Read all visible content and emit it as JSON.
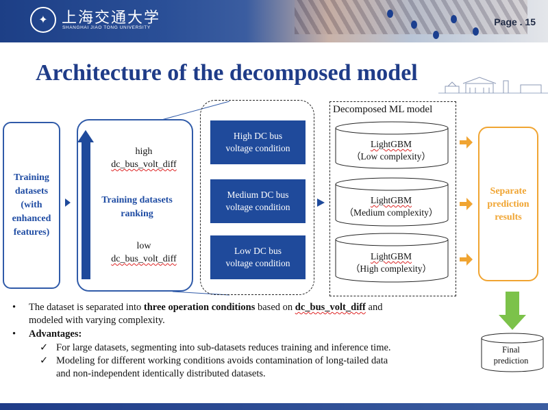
{
  "header": {
    "logo_cn": "上海交通大学",
    "logo_en": "SHANGHAI JIAO TONG UNIVERSITY",
    "page_label": "Page . 15"
  },
  "title": "Architecture of the decomposed model",
  "diagram": {
    "training_box": {
      "lines": [
        "Training",
        "datasets",
        "(with",
        "enhanced",
        "features)"
      ]
    },
    "ranking_box": {
      "label_lines": [
        "Training datasets",
        "ranking"
      ],
      "high_word": "high",
      "low_word": "low",
      "variable": "dc_bus_volt_diff"
    },
    "conditions": [
      {
        "lines": [
          "High DC bus",
          "voltage condition"
        ]
      },
      {
        "lines": [
          "Medium DC bus",
          "voltage condition"
        ]
      },
      {
        "lines": [
          "Low DC bus",
          "voltage condition"
        ]
      }
    ],
    "ml_group_title": "Decomposed ML model",
    "models": [
      {
        "name": "LightGBM",
        "complexity": "（Low complexity）"
      },
      {
        "name": "LightGBM",
        "complexity": "（Medium complexity）"
      },
      {
        "name": "LightGBM",
        "complexity": "（High complexity）"
      }
    ],
    "separate_box": {
      "lines": [
        "Separate",
        "prediction",
        "results"
      ]
    },
    "final_box": {
      "lines": [
        "Final",
        "prediction"
      ]
    }
  },
  "bullets": {
    "b1_part1": "The dataset is separated into ",
    "b1_bold": "three operation conditions",
    "b1_part2": " based on ",
    "b1_var": "dc_bus_volt_diff",
    "b1_part3": " and",
    "b1_line2": "modeled with varying complexity.",
    "b2_title": "Advantages:",
    "sub1": "For large datasets, segmenting into sub-datasets reduces training and inference time.",
    "sub2_line1": "Modeling for different working conditions avoids contamination of long-tailed data",
    "sub2_line2": "and non-independent identically distributed datasets."
  },
  "colors": {
    "title_blue": "#1f3c88",
    "box_blue": "#1f4a9b",
    "accent_orange": "#f0a431",
    "arrow_green": "#7cc24a"
  }
}
